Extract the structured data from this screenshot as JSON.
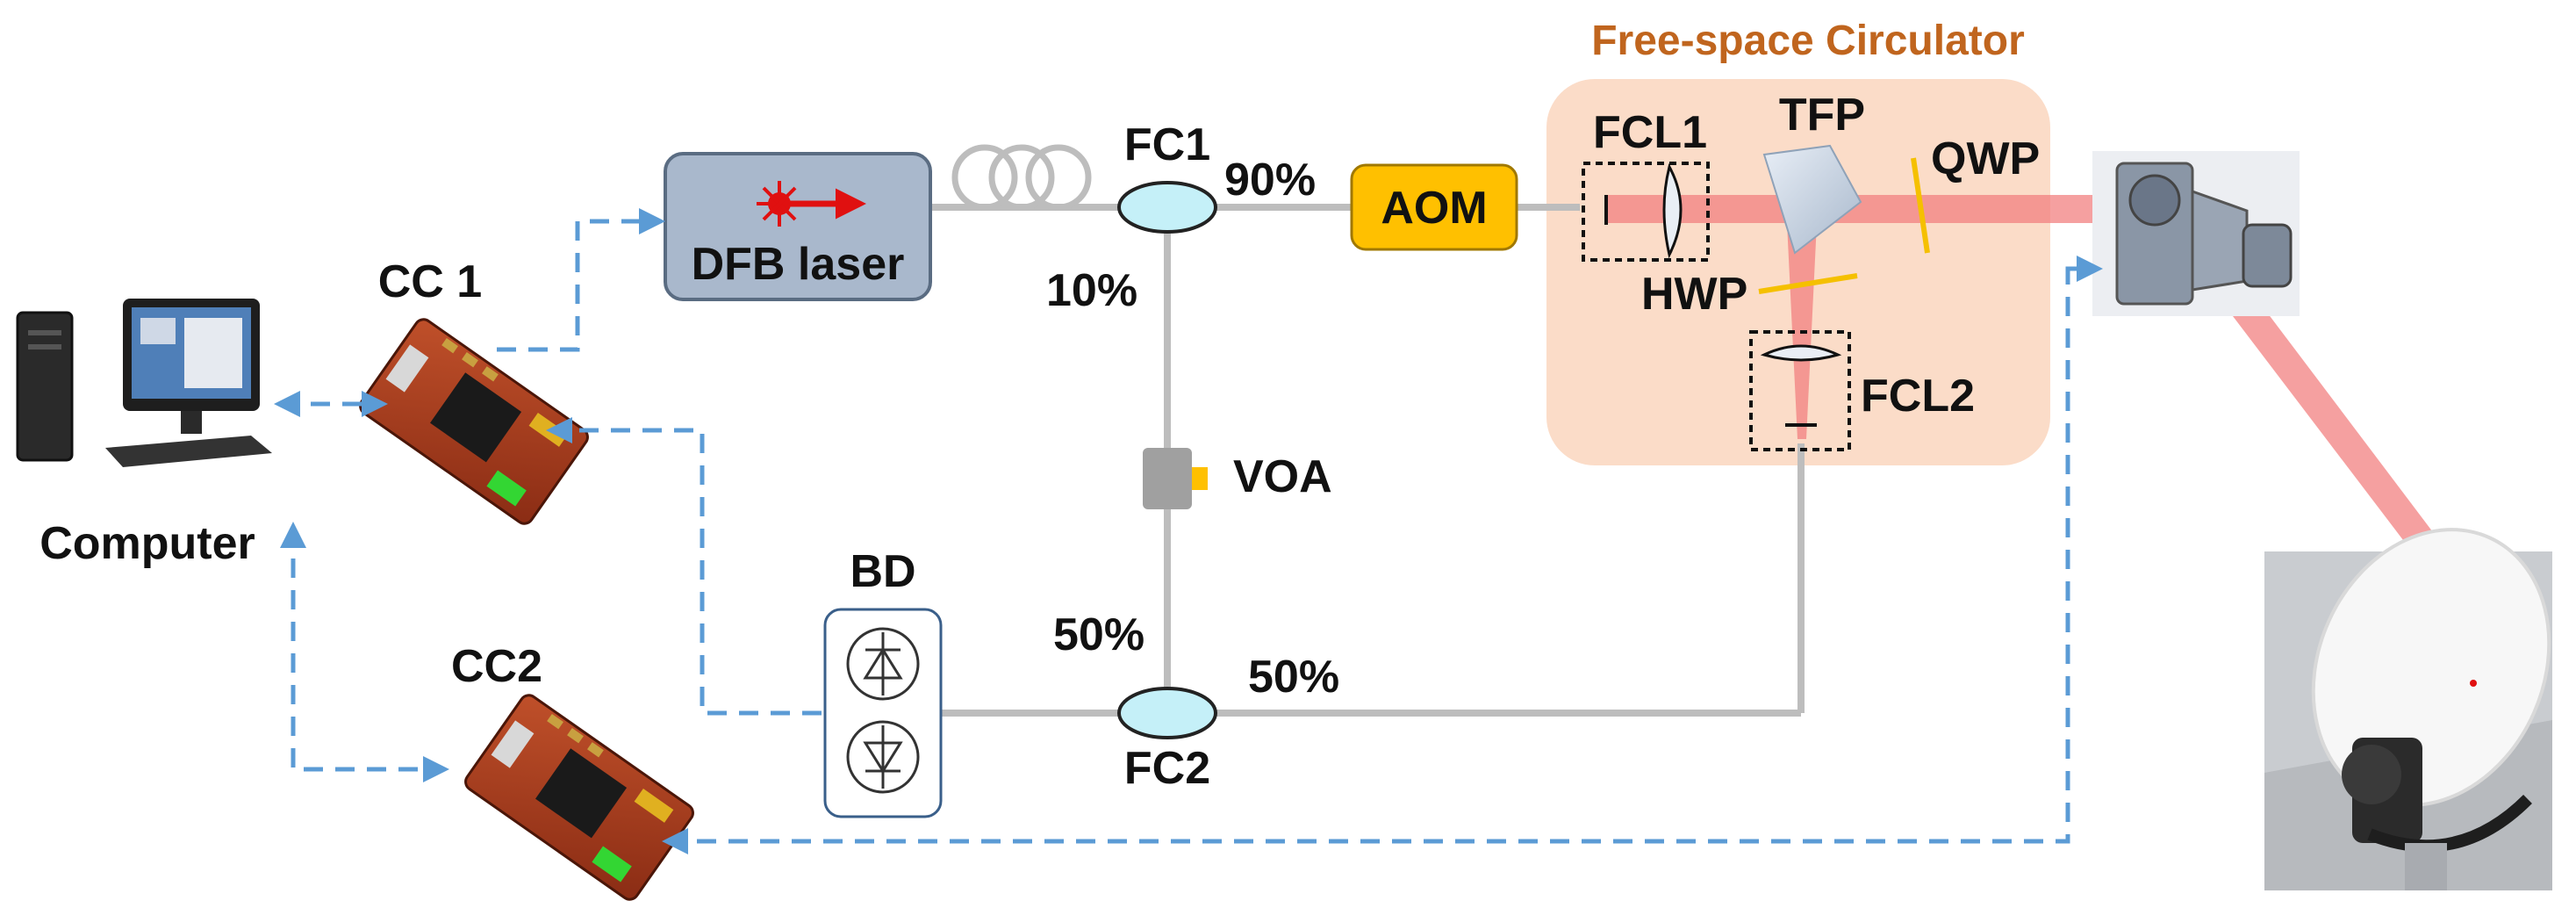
{
  "labels": {
    "circulator_title": "Free-space Circulator",
    "dfb_laser": "DFB laser",
    "fc1": "FC1",
    "fc2": "FC2",
    "fc1_out_90": "90%",
    "fc1_out_10": "10%",
    "fc2_in_50a": "50%",
    "fc2_in_50b": "50%",
    "aom": "AOM",
    "voa": "VOA",
    "bd": "BD",
    "fcl1": "FCL1",
    "fcl2": "FCL2",
    "tfp": "TFP",
    "qwp": "QWP",
    "hwp": "HWP",
    "cc1": "CC 1",
    "cc2": "CC2",
    "computer": "Computer"
  },
  "colors": {
    "circulator_bg": "#fbdcc8",
    "laser_box": "#a9b8cc",
    "aom_fill": "#ffc000",
    "coupler_fill": "#c5f0f8",
    "control_line": "#5b9bd5",
    "beam": "#f28080",
    "title": "#c0651e"
  }
}
